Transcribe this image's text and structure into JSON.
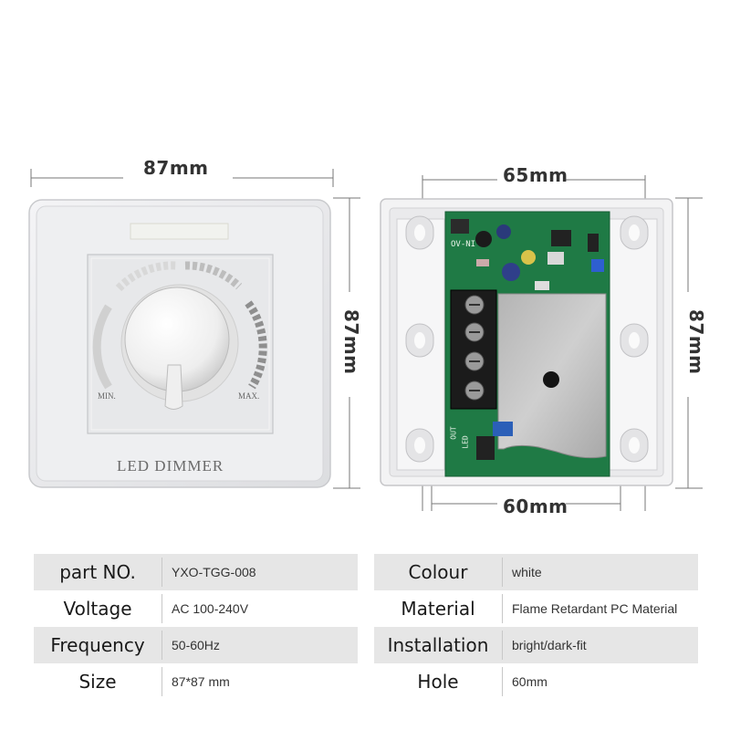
{
  "dimensions": {
    "front_width": "87mm",
    "front_height": "87mm",
    "back_top_width": "65mm",
    "back_bottom_width": "60mm",
    "back_height": "87mm"
  },
  "panel": {
    "min_label": "MIN.",
    "max_label": "MAX.",
    "product_label": "LED DIMMER"
  },
  "pcb_silkscreen": {
    "top_left": "OV-NI",
    "bottom_left_out": "OUT",
    "bottom_left_led": "LED"
  },
  "specs_left": [
    {
      "key": "part NO.",
      "value": "YXO-TGG-008"
    },
    {
      "key": "Voltage",
      "value": "AC 100-240V"
    },
    {
      "key": "Frequency",
      "value": "50-60Hz"
    },
    {
      "key": "Size",
      "value": "87*87 mm"
    }
  ],
  "specs_right": [
    {
      "key": "Colour",
      "value": "white"
    },
    {
      "key": "Material",
      "value": "Flame Retardant PC Material"
    },
    {
      "key": "Installation",
      "value": "bright/dark-fit"
    },
    {
      "key": "Hole",
      "value": "60mm"
    }
  ]
}
